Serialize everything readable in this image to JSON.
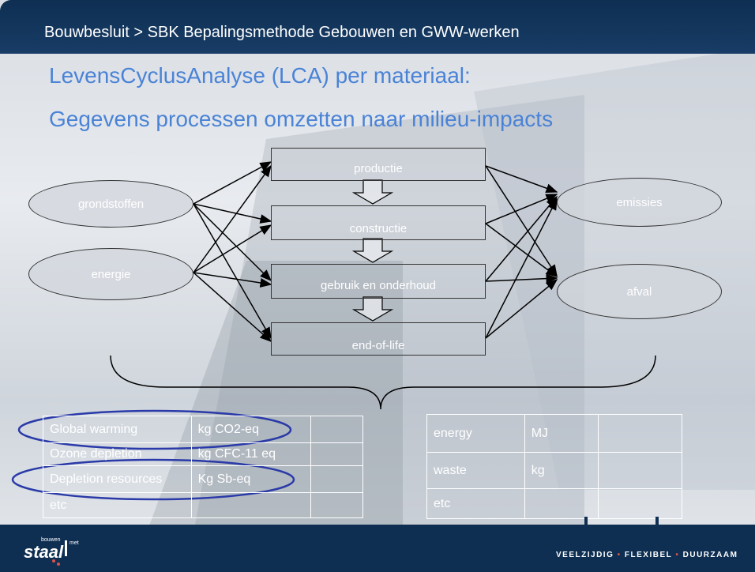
{
  "header": {
    "breadcrumb": "Bouwbesluit > SBK Bepalingsmethode Gebouwen en GWW-werken"
  },
  "titles": {
    "line1": "LevensCyclusAnalyse (LCA) per materiaal:",
    "line2": "Gegevens processen omzetten naar milieu-impacts"
  },
  "inputs": {
    "grondstoffen": "grondstoffen",
    "energie": "energie"
  },
  "processes": {
    "productie": "productie",
    "constructie": "constructie",
    "gebruik": "gebruik en onderhoud",
    "eol": "end-of-life"
  },
  "outputs": {
    "emissies": "emissies",
    "afval": "afval"
  },
  "impact_table": {
    "rows": [
      {
        "name": "Global warming",
        "unit": "kg CO2-eq"
      },
      {
        "name": "Ozone depletion",
        "unit": "kg CFC-11 eq"
      },
      {
        "name": "Depletion resources",
        "unit": "Kg Sb-eq"
      },
      {
        "name": "etc",
        "unit": ""
      }
    ]
  },
  "resource_table": {
    "rows": [
      {
        "name": "energy",
        "unit": "MJ"
      },
      {
        "name": "waste",
        "unit": "kg"
      },
      {
        "name": "etc",
        "unit": ""
      }
    ]
  },
  "footer": {
    "logo_text": "staal",
    "logo_small_top": "bouwen",
    "logo_small_right": "met",
    "tagline_1": "VEELZIJDIG",
    "tagline_2": "FLEXIBEL",
    "tagline_3": "DUURZAAM"
  },
  "colors": {
    "header_bg": "#0e2f52",
    "title": "#4a83d6",
    "accent_red": "#d9534f",
    "highlight_ellipse": "#2a3aa8"
  }
}
